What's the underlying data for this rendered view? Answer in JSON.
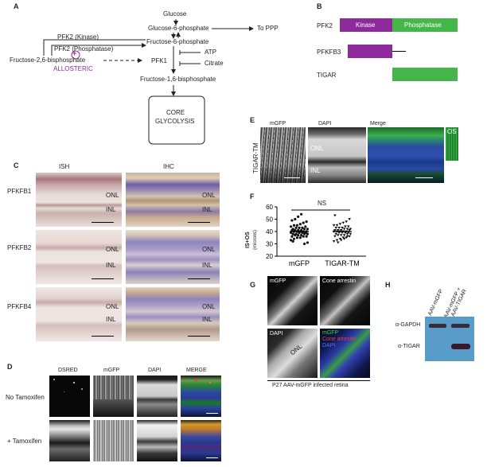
{
  "panels": {
    "A": {
      "letter": "A",
      "glucose": "Glucose",
      "g6p": "Glucose-6-phosphate",
      "to_ppp": "To PPP",
      "f6p": "Fructose-6-phosphate",
      "pfk2_kinase": "PFK2 (Kinase)",
      "pfk2_phosphatase": "PFK2 (Phosphatase)",
      "f26bp": "Fructose-2,6-bisphosphate",
      "plus": "+",
      "allosteric": "ALLOSTERIC",
      "pfk1": "PFK1",
      "atp": "ATP",
      "citrate": "Citrate",
      "f16bp": "Fructose-1,6-bisphosphate",
      "core1": "CORE",
      "core2": "GLYCOLYSIS"
    },
    "B": {
      "letter": "B",
      "rows": [
        {
          "name": "PFK2",
          "kinase": "Kinase",
          "phosphatase": "Phosphatase"
        },
        {
          "name": "PFKFB3"
        },
        {
          "name": "TIGAR"
        }
      ],
      "colors": {
        "kinase": "#8e2a9c",
        "phosphatase": "#45b649"
      }
    },
    "C": {
      "letter": "C",
      "col1": "ISH",
      "col2": "IHC",
      "rows": [
        {
          "label": "PFKFB1",
          "onl": "ONL",
          "inl": "INL"
        },
        {
          "label": "PFKFB2",
          "onl": "ONL",
          "inl": "INL"
        },
        {
          "label": "PFKFB4",
          "onl": "ONL",
          "inl": "INL"
        }
      ]
    },
    "D": {
      "letter": "D",
      "cols": [
        "DSRED",
        "mGFP",
        "DAPI",
        "MERGE"
      ],
      "rows": [
        "No Tamoxifen",
        "+ Tamoxifen"
      ]
    },
    "E": {
      "letter": "E",
      "side_label": "TIGAR-TM",
      "cols": [
        "mGFP",
        "DAPI",
        "Merge"
      ],
      "onl": "ONL",
      "inl": "INL",
      "os": "OS"
    },
    "F": {
      "letter": "F",
      "ns": "NS",
      "ylabel1": "IS+OS",
      "ylabel2": "(microns)",
      "groups": [
        "mGFP",
        "TIGAR-TM"
      ]
    },
    "G": {
      "letter": "G",
      "tiles": [
        "mGFP",
        "Cone arrestin",
        "DAPI"
      ],
      "merge_lines": [
        "mGFP",
        "Cone arrestin",
        "DAPI"
      ],
      "onl": "ONL",
      "caption": "P27 AAV-mGFP infected retina"
    },
    "H": {
      "letter": "H",
      "lane1": "AAV-mGFP",
      "lane2": "AAV-mGFP +",
      "lane2b": "AAV-TIGAR",
      "gapdh": "α-GAPDH",
      "tigar": "α-TIGAR"
    }
  },
  "chart_data": {
    "type": "scatter",
    "title": "",
    "xlabel": "",
    "ylabel": "IS+OS (microns)",
    "ylim": [
      20,
      60
    ],
    "yticks": [
      20,
      30,
      40,
      50,
      60
    ],
    "categories": [
      "mGFP",
      "TIGAR-TM"
    ],
    "series": [
      {
        "name": "mGFP",
        "mean": 40,
        "values": [
          33,
          34,
          35,
          35,
          36,
          36,
          36,
          37,
          37,
          37,
          38,
          38,
          38,
          38,
          39,
          39,
          39,
          39,
          40,
          40,
          40,
          40,
          40,
          41,
          41,
          41,
          41,
          42,
          42,
          42,
          43,
          43,
          43,
          44,
          44,
          45,
          45,
          46,
          47,
          48,
          49,
          50,
          52,
          54,
          30,
          31,
          32
        ]
      },
      {
        "name": "TIGAR-TM",
        "mean": 40,
        "values": [
          32,
          33,
          34,
          35,
          35,
          36,
          36,
          37,
          37,
          37,
          38,
          38,
          38,
          39,
          39,
          39,
          39,
          40,
          40,
          40,
          40,
          40,
          41,
          41,
          41,
          41,
          42,
          42,
          42,
          43,
          43,
          43,
          44,
          44,
          45,
          45,
          46,
          47,
          48,
          50,
          53,
          31,
          33,
          34,
          36
        ]
      }
    ],
    "annotation": "NS"
  }
}
